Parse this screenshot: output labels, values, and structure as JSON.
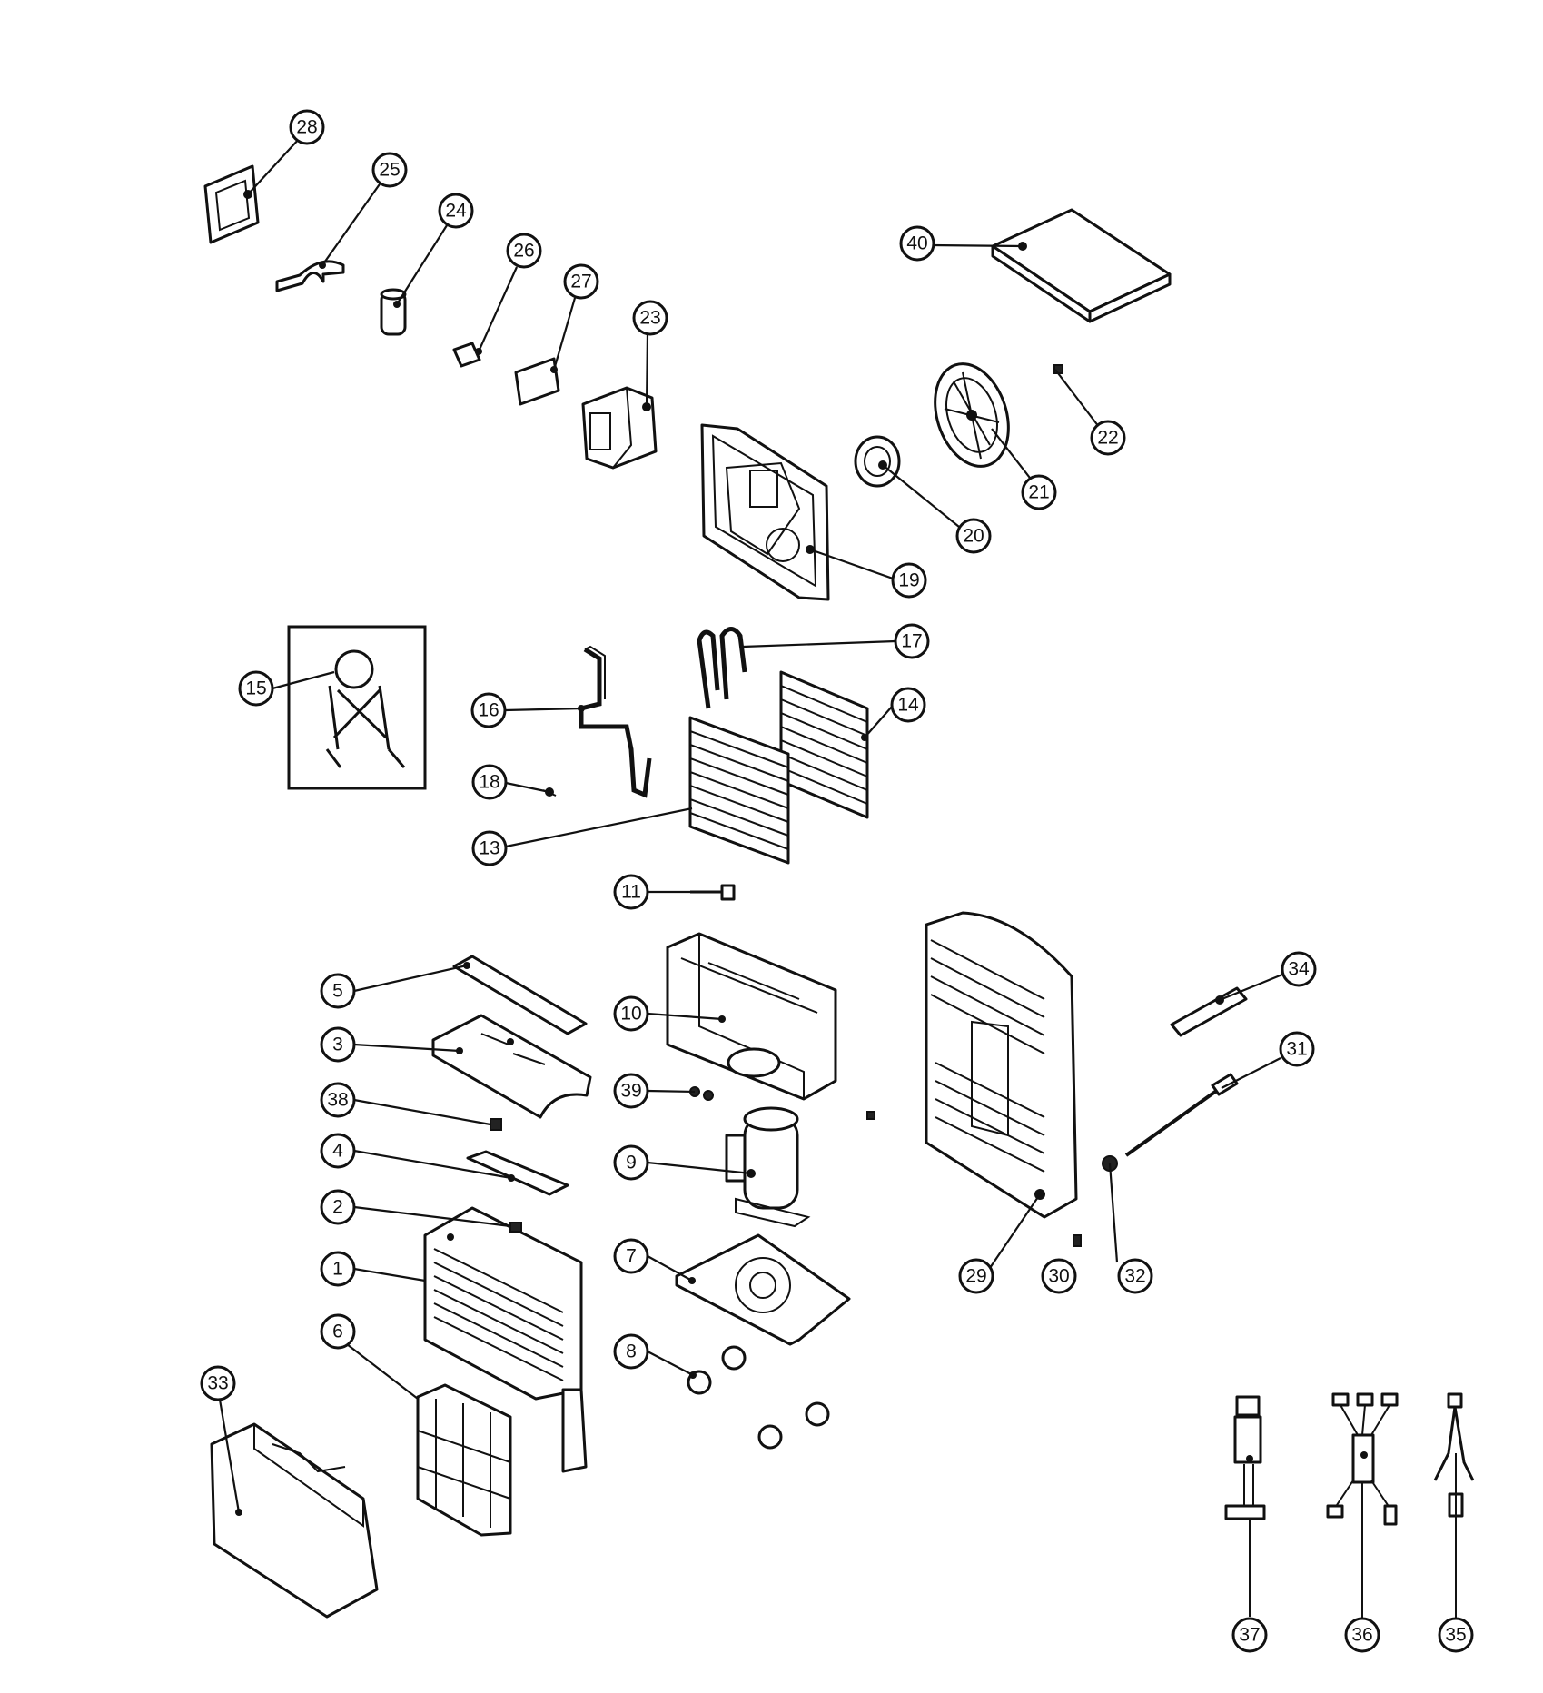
{
  "callouts": {
    "n1": "1",
    "n2": "2",
    "n3": "3",
    "n4": "4",
    "n5": "5",
    "n6": "6",
    "n7": "7",
    "n8": "8",
    "n9": "9",
    "n10": "10",
    "n11": "11",
    "n13": "13",
    "n14": "14",
    "n15": "15",
    "n16": "16",
    "n17": "17",
    "n18": "18",
    "n19": "19",
    "n20": "20",
    "n21": "21",
    "n22": "22",
    "n23": "23",
    "n24": "24",
    "n25": "25",
    "n26": "26",
    "n27": "27",
    "n28": "28",
    "n29": "29",
    "n30": "30",
    "n31": "31",
    "n32": "32",
    "n33": "33",
    "n34": "34",
    "n35": "35",
    "n36": "36",
    "n37": "37",
    "n38": "38",
    "n39": "39",
    "n40": "40"
  }
}
